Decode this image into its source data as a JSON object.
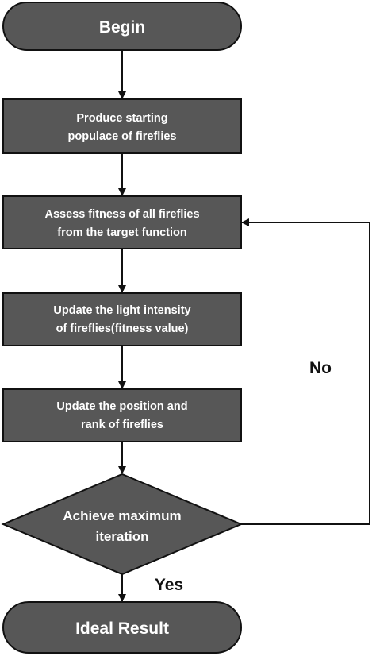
{
  "flowchart": {
    "begin": "Begin",
    "step1": {
      "line1": "Produce starting",
      "line2": "populace of fireflies"
    },
    "step2": {
      "line1": "Assess fitness of all fireflies",
      "line2": "from the target function"
    },
    "step3": {
      "line1": "Update the light intensity",
      "line2": "of fireflies(fitness value)"
    },
    "step4": {
      "line1": "Update the position and",
      "line2": "rank of fireflies"
    },
    "decision": {
      "line1": "Achieve maximum",
      "line2": "iteration"
    },
    "end": "Ideal Result",
    "edge_no": "No",
    "edge_yes": "Yes"
  },
  "colors": {
    "node_fill": "#575757",
    "stroke": "#111111",
    "node_text": "#ffffff"
  }
}
